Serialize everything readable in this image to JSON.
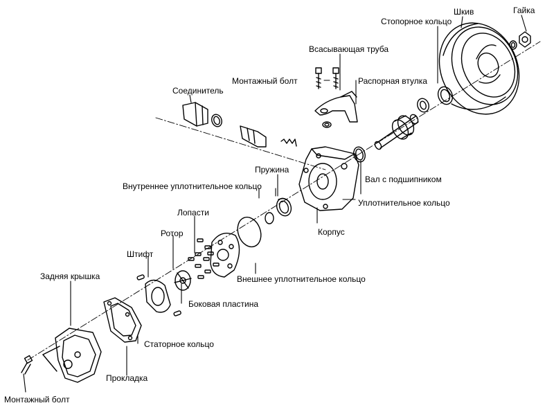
{
  "labels": {
    "gaika": "Гайка",
    "shkiv": "Шкив",
    "stopornoe_kolco": "Стопорное кольцо",
    "vsasyvayushchaya_truba": "Всасывающая труба",
    "montazhny_bolt_top": "Монтажный болт",
    "raspornaya_vtulka": "Распорная втулка",
    "soedinitel": "Соединитель",
    "pruzhina": "Пружина",
    "val_s_podshipnikom": "Вал с подшипником",
    "vnutrennee_uplotnitelnoe_kolco": "Внутреннее уплотнительное кольцо",
    "uplotnitelnoe_kolco": "Уплотнительное кольцо",
    "lopasti": "Лопасти",
    "rotor": "Ротор",
    "korpus": "Корпус",
    "shtift": "Штифт",
    "vneshnee_uplotnitelnoe_kolco": "Внешнее уплотнительное кольцо",
    "zadnyaya_kryshka": "Задняя крышка",
    "bokovaya_plastina": "Боковая пластина",
    "statornoe_kolco": "Статорное кольцо",
    "prokladka": "Прокладка",
    "montazhny_bolt_bottom": "Монтажный болт"
  }
}
